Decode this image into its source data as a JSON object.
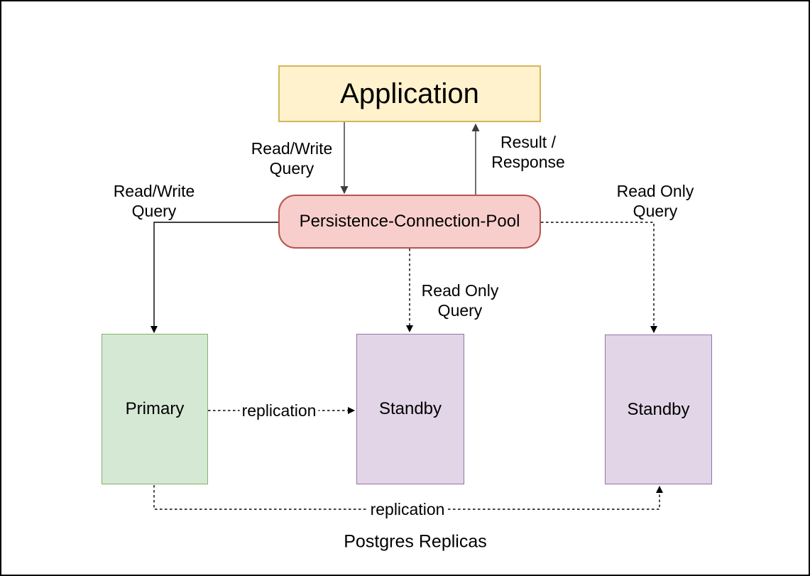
{
  "canvas": {
    "background": "#FFFFFF",
    "border_color": "#000000"
  },
  "nodes": {
    "application": {
      "label": "Application",
      "fill": "#FFF2CC",
      "stroke": "#D6B656"
    },
    "pool": {
      "label": "Persistence-Connection-Pool",
      "fill": "#F8CECC",
      "stroke": "#B85450"
    },
    "primary": {
      "label": "Primary",
      "fill": "#D5E8D4",
      "stroke": "#82B366"
    },
    "standby_mid": {
      "label": "Standby",
      "fill": "#E1D5E7",
      "stroke": "#9673A6"
    },
    "standby_right": {
      "label": "Standby",
      "fill": "#E1D5E7",
      "stroke": "#9673A6"
    }
  },
  "edge_labels": {
    "read_write_top": "Read/Write\nQuery",
    "result_response": "Result /\nResponse",
    "read_write_left": "Read/Write\nQuery",
    "read_only_right": "Read Only\nQuery",
    "read_only_mid": "Read Only\nQuery",
    "replication_mid": "replication",
    "replication_bottom": "replication"
  },
  "caption": "Postgres Replicas",
  "edge_colors": {
    "solid_arrow": "#4D4D4D",
    "connector": "#000000"
  }
}
